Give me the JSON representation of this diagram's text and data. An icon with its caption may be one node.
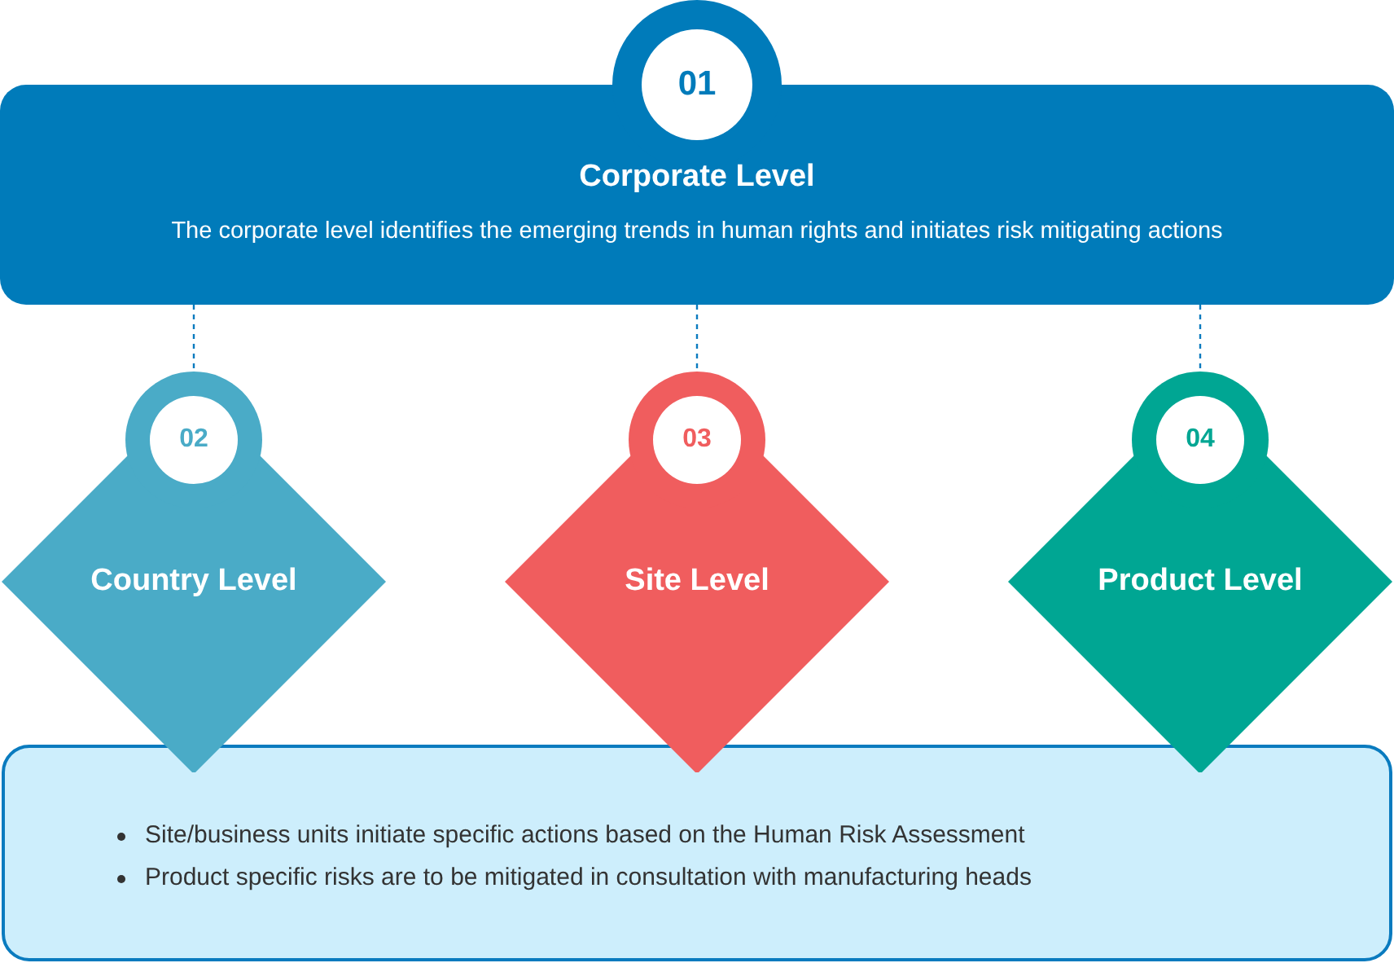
{
  "diagram": {
    "nodes": [
      {
        "text": [
          "01",
          "Corporate Level",
          "The corporate level identifies the emerging trends in human rights and initiates risk mitigating actions"
        ]
      },
      {
        "text": [
          "02",
          "Country Level"
        ]
      },
      {
        "text": [
          "03",
          "Site Level"
        ]
      },
      {
        "text": [
          "04",
          "Product Level"
        ]
      },
      {
        "text": [
          "Site/business units initiate specific actions based on the Human Risk Assessment",
          "Product specific risks are to be mitigated in consultation with manufacturing heads"
        ]
      }
    ],
    "edges": [
      {
        "from": 0,
        "to": 1,
        "arrow": "none",
        "style": "dashed"
      },
      {
        "from": 0,
        "to": 2,
        "arrow": "none",
        "style": "dashed"
      },
      {
        "from": 0,
        "to": 3,
        "arrow": "none",
        "style": "dashed"
      }
    ]
  }
}
